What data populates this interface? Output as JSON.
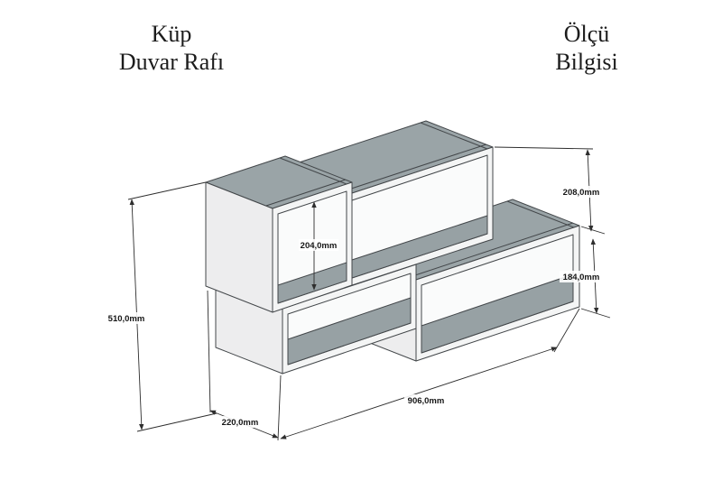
{
  "header": {
    "left": {
      "line1": "Küp",
      "line2": "Duvar Rafı"
    },
    "right": {
      "line1": "Ölçü",
      "line2": "Bilgisi"
    }
  },
  "drawing": {
    "subject": "cube-wall-shelf-isometric",
    "colors": {
      "surface_gray": "#9aa4a7",
      "interior_gray": "#97a1a4",
      "side_face": "#ededee",
      "front_face": "#f4f5f5",
      "opening_back": "#fafbfb",
      "line": "#43474a"
    },
    "dimensions": {
      "total_height": "510,0mm",
      "cube_inner_height": "204,0mm",
      "upper_right_height": "208,0mm",
      "lower_right_height": "184,0mm",
      "total_width": "906,0mm",
      "depth": "220,0mm"
    }
  }
}
